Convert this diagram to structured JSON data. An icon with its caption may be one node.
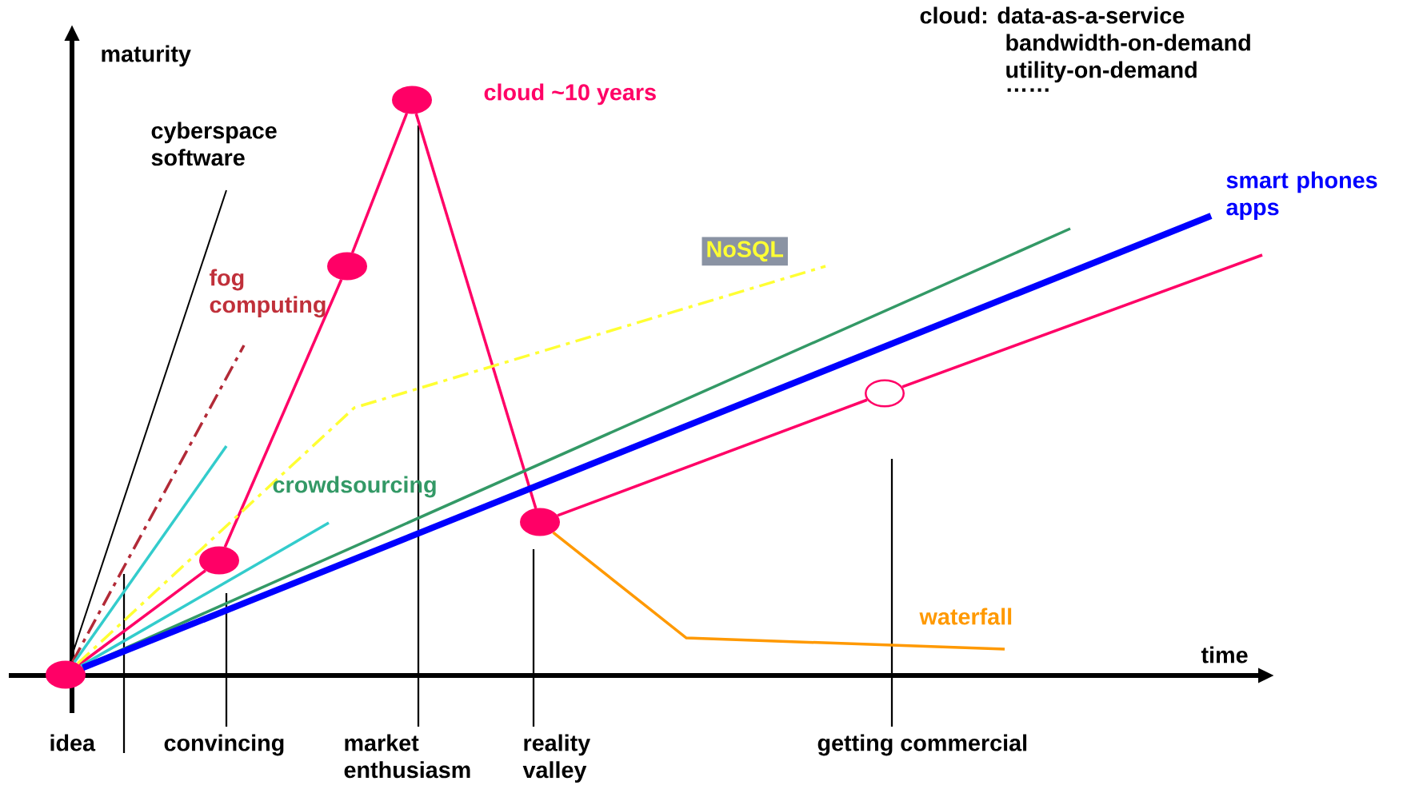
{
  "diagram": {
    "nodes": [
      {
        "text": [],
        "shape": "circle"
      },
      {
        "text": [],
        "shape": "circle"
      },
      {
        "text": [],
        "shape": "circle"
      },
      {
        "text": [],
        "shape": "circle",
        "beside": [
          "cloud  ~10 years"
        ]
      },
      {
        "text": [],
        "shape": "circle"
      },
      {
        "text": [],
        "shape": "circle"
      }
    ],
    "edges": [
      {
        "from": 0,
        "to": 1,
        "arrow": "none"
      },
      {
        "from": 1,
        "to": 2,
        "arrow": "none"
      },
      {
        "from": 2,
        "to": 3,
        "arrow": "none"
      },
      {
        "from": 3,
        "to": 4,
        "arrow": "none"
      },
      {
        "from": 4,
        "to": 5,
        "arrow": "none"
      },
      {
        "from": 5,
        "to": null,
        "arrow": "none"
      },
      {
        "from": 4,
        "to": null,
        "arrow": "none",
        "color": "#ff9900"
      },
      {
        "from": 0,
        "to": null,
        "arrow": "none",
        "color": "#000000"
      },
      {
        "from": 0,
        "to": null,
        "arrow": "none",
        "color": "#b22a37",
        "style": "dashed"
      },
      {
        "from": 0,
        "to": null,
        "arrow": "none",
        "color": "#33cccc"
      },
      {
        "from": 0,
        "to": null,
        "arrow": "none",
        "color": "#33cccc"
      },
      {
        "from": 0,
        "to": null,
        "arrow": "none",
        "color": "#ffff33",
        "style": "dashed"
      },
      {
        "from": 0,
        "to": null,
        "arrow": "none",
        "color": "#339966"
      },
      {
        "from": 0,
        "to": null,
        "arrow": "none",
        "color": "#0000ff",
        "style": "thick"
      }
    ],
    "labels": [
      "cloud: data-as-a-service",
      "bandwidth-on-demand",
      "utility-on-demand",
      "……",
      "maturity",
      "cyberspace software",
      "smart phones apps",
      "NoSQL",
      "fog computing",
      "crowdsourcing",
      "waterfall",
      "time",
      "idea",
      "convincing",
      "market enthusiasm",
      "reality valley",
      "getting commercial"
    ]
  }
}
